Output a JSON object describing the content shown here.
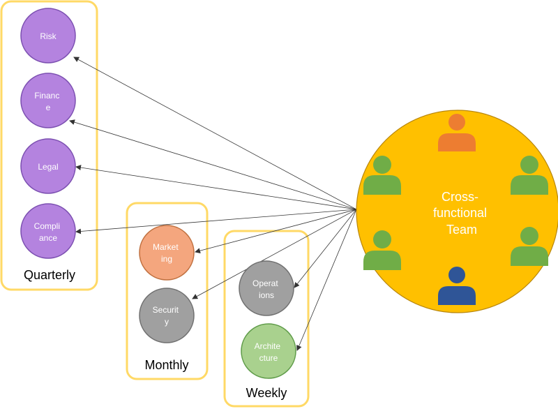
{
  "colors": {
    "frame": "#FFD966",
    "purple": "#B483DF",
    "purple_stroke": "#7B4FB0",
    "orange_node": "#F4A67E",
    "orange_stroke": "#C0703F",
    "gray_node": "#A0A0A0",
    "gray_stroke": "#707070",
    "green_node": "#A9D18E",
    "green_stroke": "#5E9B48",
    "team_fill": "#FFC000",
    "team_stroke": "#B8860B",
    "person_orange": "#ED7D31",
    "person_green": "#70AD47",
    "person_blue": "#2F5597",
    "arrow": "#333333"
  },
  "groups": {
    "quarterly": {
      "label": "Quarterly",
      "nodes": [
        {
          "id": "risk",
          "lines": [
            "Risk"
          ]
        },
        {
          "id": "finance",
          "lines": [
            "Financ",
            "e"
          ]
        },
        {
          "id": "legal",
          "lines": [
            "Legal"
          ]
        },
        {
          "id": "compliance",
          "lines": [
            "Compli",
            "ance"
          ]
        }
      ]
    },
    "monthly": {
      "label": "Monthly",
      "nodes": [
        {
          "id": "marketing",
          "lines": [
            "Market",
            "ing"
          ]
        },
        {
          "id": "security",
          "lines": [
            "Securit",
            "y"
          ]
        }
      ]
    },
    "weekly": {
      "label": "Weekly",
      "nodes": [
        {
          "id": "operations",
          "lines": [
            "Operat",
            "ions"
          ]
        },
        {
          "id": "architecture",
          "lines": [
            "Archite",
            "cture"
          ]
        }
      ]
    }
  },
  "team": {
    "lines": [
      "Cross-",
      "functional",
      "Team"
    ],
    "people": [
      {
        "id": "top",
        "color": "orange"
      },
      {
        "id": "upper-left",
        "color": "green"
      },
      {
        "id": "upper-right",
        "color": "green"
      },
      {
        "id": "lower-left",
        "color": "green"
      },
      {
        "id": "lower-right",
        "color": "green"
      },
      {
        "id": "bottom",
        "color": "blue"
      }
    ]
  }
}
